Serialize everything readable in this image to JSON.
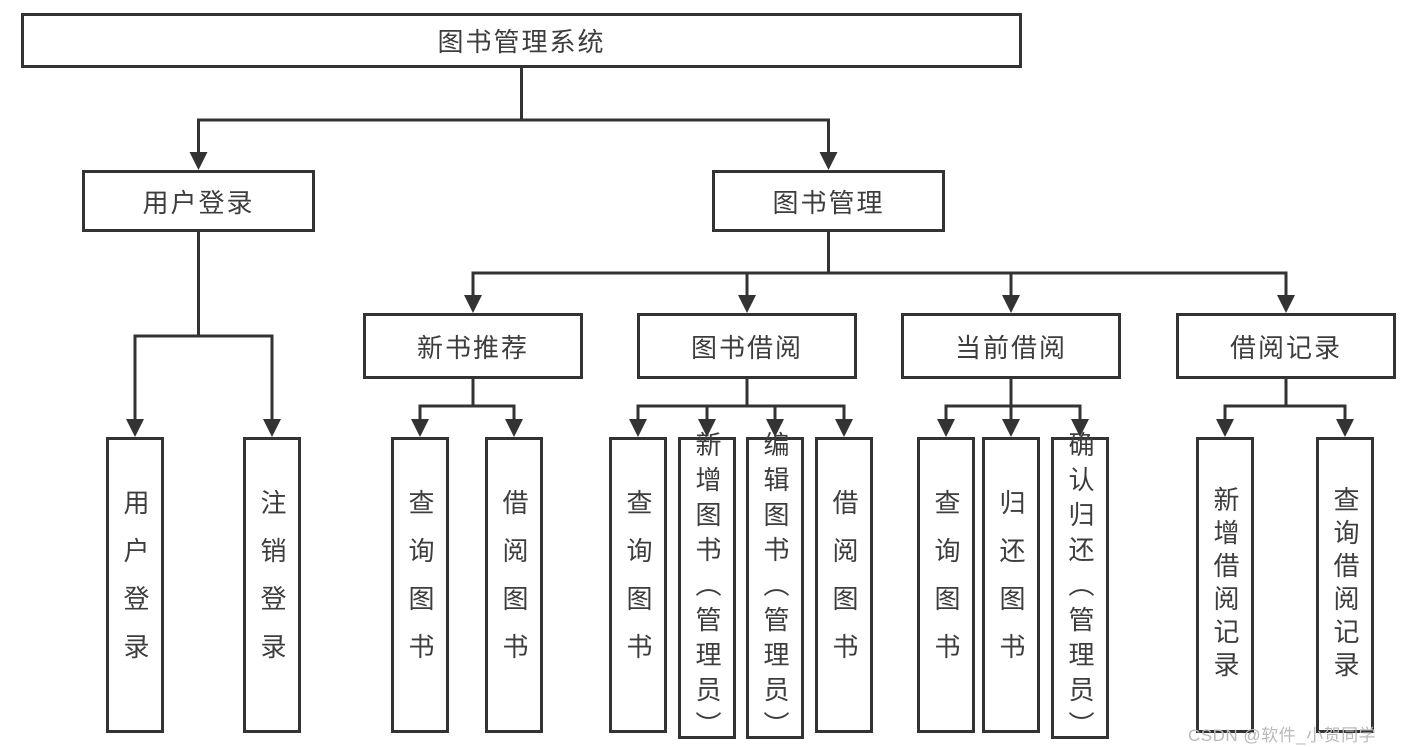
{
  "root": {
    "label": "图书管理系统"
  },
  "login": {
    "label": "用户登录",
    "children": [
      {
        "label": "用户登录"
      },
      {
        "label": "注销登录"
      }
    ]
  },
  "manage": {
    "label": "图书管理",
    "sections": [
      {
        "label": "新书推荐",
        "children": [
          {
            "label": "查询图书"
          },
          {
            "label": "借阅图书"
          }
        ]
      },
      {
        "label": "图书借阅",
        "children": [
          {
            "label": "查询图书"
          },
          {
            "label": "新增图书（管理员）"
          },
          {
            "label": "编辑图书（管理员）"
          },
          {
            "label": "借阅图书"
          }
        ]
      },
      {
        "label": "当前借阅",
        "children": [
          {
            "label": "查询图书"
          },
          {
            "label": "归还图书"
          },
          {
            "label": "确认归还（管理员）"
          }
        ]
      },
      {
        "label": "借阅记录",
        "children": [
          {
            "label": "新增借阅记录"
          },
          {
            "label": "查询借阅记录"
          }
        ]
      }
    ]
  },
  "watermark": "CSDN @软件_小贺同学",
  "colors": {
    "line": "#333333",
    "text": "#3d3d3d",
    "watermark": "#b9b9b9"
  }
}
